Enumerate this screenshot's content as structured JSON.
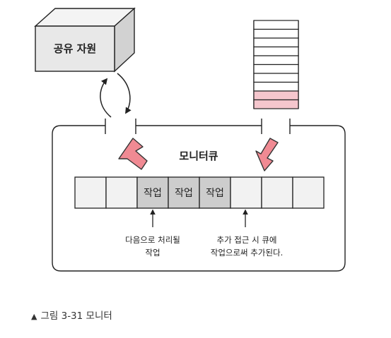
{
  "shared_resource": {
    "label": "공유 자원"
  },
  "monitor_queue": {
    "label": "모니터큐"
  },
  "queue_cells": [
    {
      "text": "",
      "fill": "#f2f2f2"
    },
    {
      "text": "",
      "fill": "#f2f2f2"
    },
    {
      "text": "작업",
      "fill": "#cdcdcd"
    },
    {
      "text": "작업",
      "fill": "#cdcdcd"
    },
    {
      "text": "작업",
      "fill": "#cdcdcd"
    },
    {
      "text": "",
      "fill": "#f2f2f2"
    },
    {
      "text": "",
      "fill": "#f2f2f2"
    },
    {
      "text": "",
      "fill": "#f2f2f2"
    }
  ],
  "stack": {
    "total_slots": 10,
    "highlighted_slots": 2,
    "highlight_color": "#f5c6cd"
  },
  "notes": {
    "left": [
      "다음으로 처리될",
      "작업"
    ],
    "right": [
      "추가 접근 시 큐에",
      "작업으로써 추가된다."
    ]
  },
  "colors": {
    "arrow_fill": "#f08a93",
    "arrow_stroke": "#333333",
    "box_front": "#e8e8e8",
    "box_top": "#f4f4f4",
    "box_side": "#d2d2d2"
  },
  "caption": {
    "marker": "▲",
    "text": "그림 3-31 모니터"
  }
}
